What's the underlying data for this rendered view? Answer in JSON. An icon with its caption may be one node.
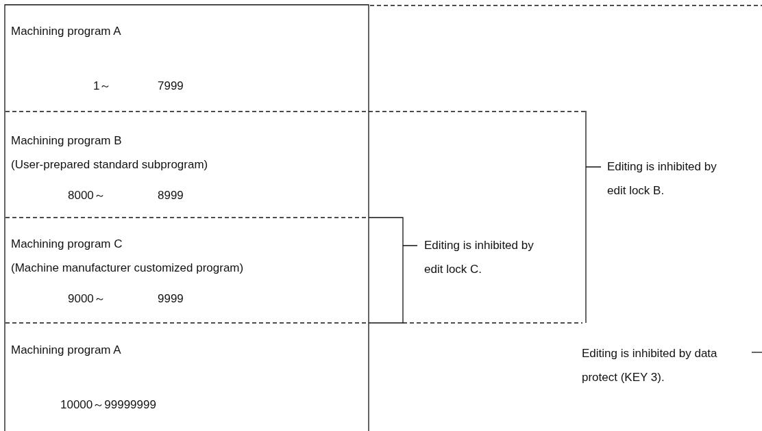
{
  "diagram": {
    "nodes": [
      {
        "text": [
          "Machining program A",
          "1～",
          "7999"
        ]
      },
      {
        "text": [
          "Machining program B",
          "(User-prepared standard subprogram)",
          "8000～",
          "8999"
        ]
      },
      {
        "text": [
          "Machining program C",
          "(Machine manufacturer customized program)",
          "9000～",
          "9999"
        ]
      },
      {
        "text": [
          "Machining program A",
          "10000～99999999"
        ]
      }
    ],
    "edges": [],
    "labels": [
      "Editing is inhibited by edit lock B.",
      "Editing is inhibited by edit lock C.",
      "Editing is inhibited by data protect (KEY 3)."
    ]
  }
}
